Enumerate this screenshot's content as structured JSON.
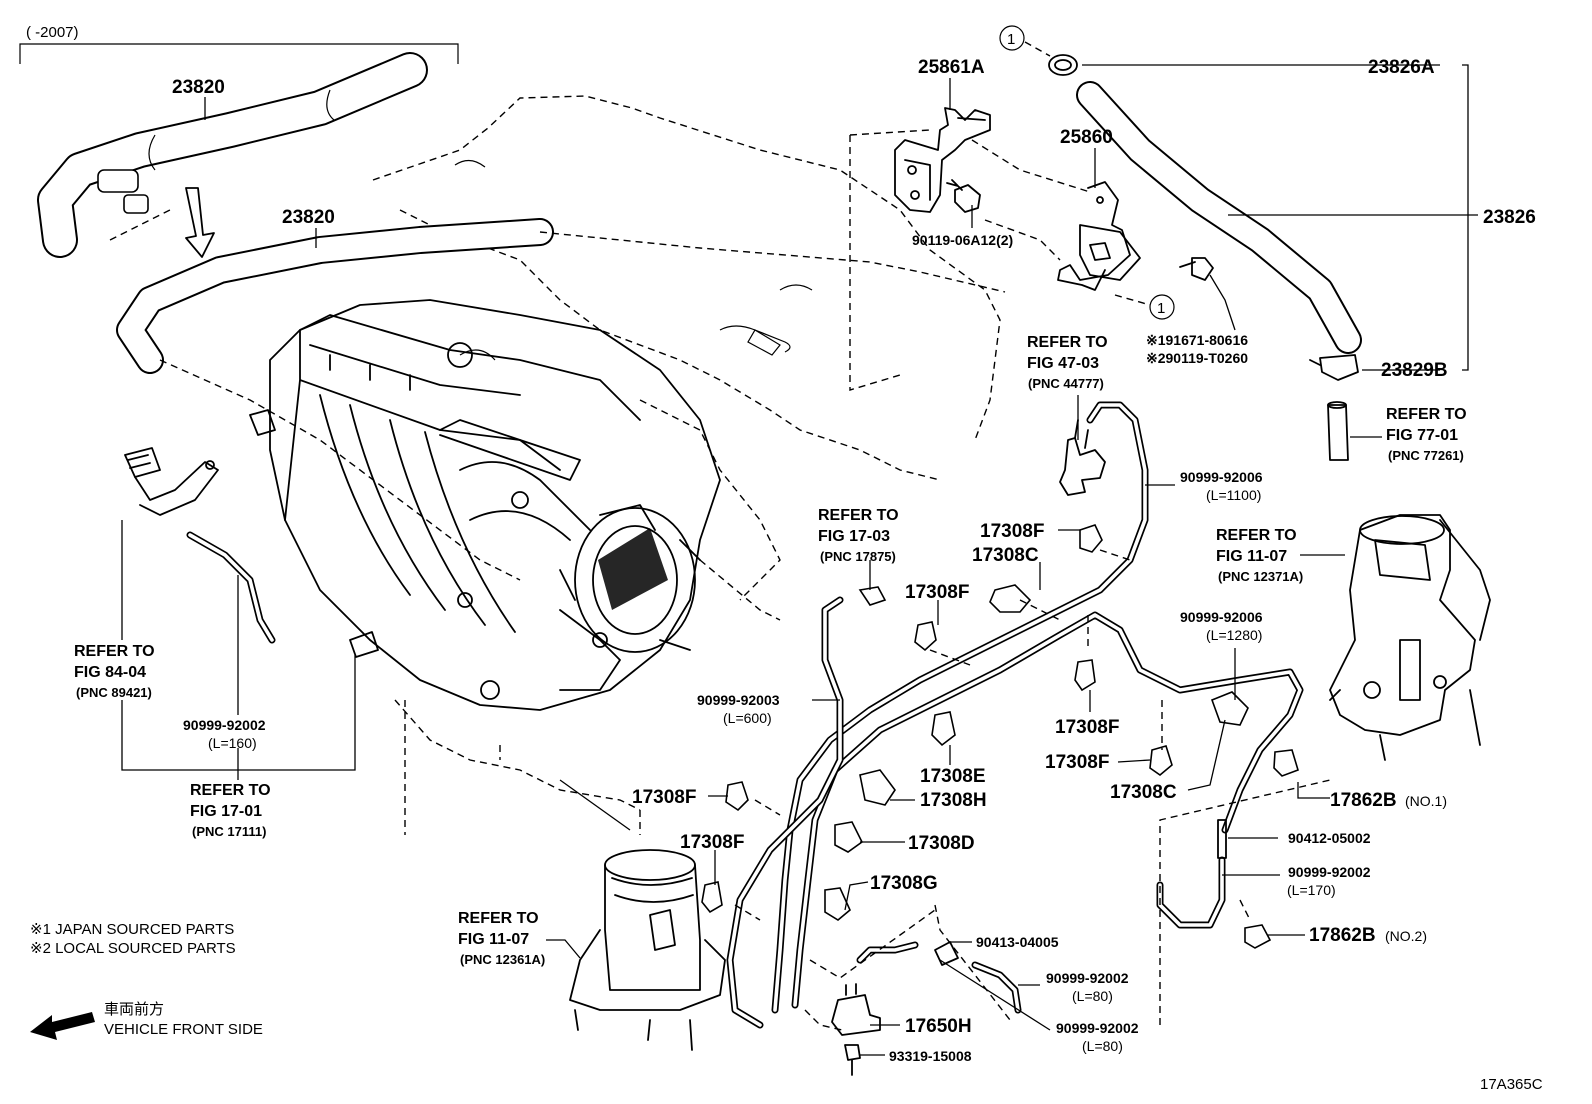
{
  "diagram": {
    "year_range": "(      -2007)",
    "figure_code": "17A365C",
    "direction": {
      "jp": "車両前方",
      "en": "VEHICLE FRONT SIDE"
    },
    "notes": [
      "※1  JAPAN SOURCED PARTS",
      "※2  LOCAL SOURCED PARTS"
    ],
    "callout_number": "1",
    "parts": {
      "p23820a": "23820",
      "p23820b": "23820",
      "p25861a": "25861A",
      "p25860": "25860",
      "p90119_06a12": "90119-06A12(2)",
      "p191671": "※191671-80616",
      "p290119": "※290119-T0260",
      "p23826a": "23826A",
      "p23826": "23826",
      "p23829b": "23829B",
      "p17308f_1": "17308F",
      "p17308c_1": "17308C",
      "p17308f_2": "17308F",
      "p17308f_3": "17308F",
      "p17308f_4": "17308F",
      "p17308c_2": "17308C",
      "p17308e": "17308E",
      "p17308h": "17308H",
      "p17308f_5": "17308F",
      "p17308d": "17308D",
      "p17308f_6": "17308F",
      "p17308g": "17308G",
      "p17862b_1": "17862B",
      "p17862b_1_no": "(NO.1)",
      "p90412": "90412-05002",
      "p17862b_2": "17862B",
      "p17862b_2_no": "(NO.2)",
      "p90413": "90413-04005",
      "p17650h": "17650H",
      "p93319": "93319-15008"
    },
    "hoses": {
      "h92006a": {
        "pn": "90999-92006",
        "len": "(L=1100)"
      },
      "h92006b": {
        "pn": "90999-92006",
        "len": "(L=1280)"
      },
      "h92003": {
        "pn": "90999-92003",
        "len": "(L=600)"
      },
      "h92002a": {
        "pn": "90999-92002",
        "len": "(L=160)"
      },
      "h92002b": {
        "pn": "90999-92002",
        "len": "(L=170)"
      },
      "h92002c": {
        "pn": "90999-92002",
        "len": "(L=80)"
      },
      "h92002d": {
        "pn": "90999-92002",
        "len": "(L=80)"
      }
    },
    "refs": {
      "r47": {
        "l1": "REFER TO",
        "l2": "FIG 47-03",
        "l3": "(PNC 44777)"
      },
      "r77": {
        "l1": "REFER TO",
        "l2": "FIG 77-01",
        "l3": "(PNC 77261)"
      },
      "r1703": {
        "l1": "REFER TO",
        "l2": "FIG 17-03",
        "l3": "(PNC 17875)"
      },
      "r1107a": {
        "l1": "REFER TO",
        "l2": "FIG 11-07",
        "l3": "(PNC 12371A)"
      },
      "r84": {
        "l1": "REFER TO",
        "l2": "FIG 84-04",
        "l3": "(PNC 89421)"
      },
      "r1701": {
        "l1": "REFER TO",
        "l2": "FIG 17-01",
        "l3": "(PNC 17111)"
      },
      "r1107b": {
        "l1": "REFER TO",
        "l2": "FIG 11-07",
        "l3": "(PNC 12361A)"
      }
    }
  }
}
